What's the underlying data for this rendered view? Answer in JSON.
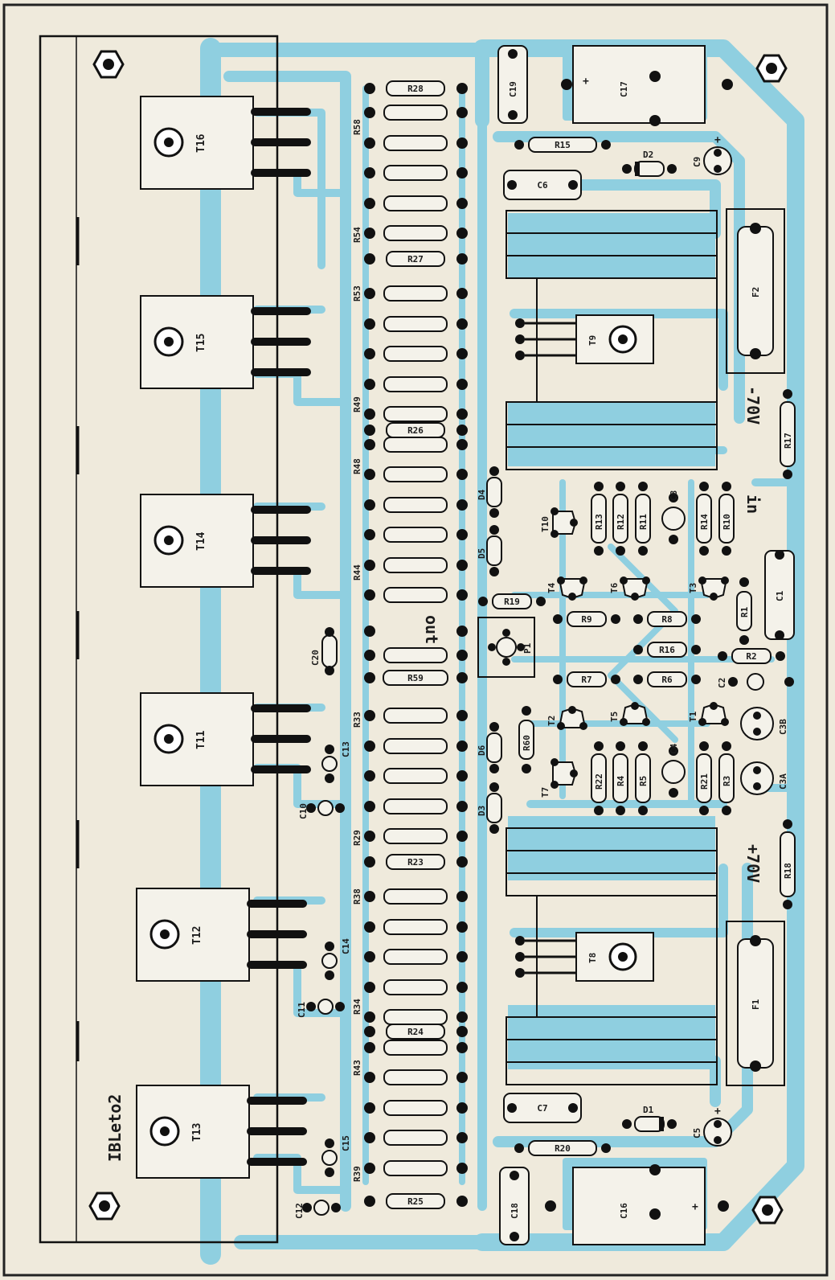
{
  "colors": {
    "paper": "#efeadc",
    "copper": "#8fcfe0",
    "ink": "#111111"
  },
  "board": {
    "pcb_code": "IBLeto2",
    "text_out": "out",
    "text_in": "in",
    "text_minus70": "-70V",
    "text_plus70": "+70V"
  },
  "transistors_power": [
    "T16",
    "T15",
    "T14",
    "T11",
    "T12",
    "T13"
  ],
  "resistors_chain": {
    "short": [
      "R28",
      "R27",
      "R26",
      "R59",
      "R23",
      "R24",
      "R25"
    ],
    "group_labels": [
      "R58",
      "R54",
      "R53",
      "R49",
      "R48",
      "R44",
      "R33",
      "R29",
      "R38",
      "R34",
      "R43",
      "R39"
    ]
  },
  "driver": {
    "top": [
      "C19",
      "C17",
      "R15",
      "D2",
      "C9",
      "C6",
      "T9",
      "F2",
      "R17"
    ],
    "bottom": [
      "T8",
      "F1",
      "R18",
      "C7",
      "D1",
      "C5",
      "R20",
      "C18",
      "C16"
    ],
    "diodes": [
      "D4",
      "D5",
      "D6",
      "D3"
    ],
    "small_r_top": [
      "R13",
      "R12",
      "R11",
      "R14",
      "R10"
    ],
    "small_r_bottom": [
      "R22",
      "R4",
      "R5",
      "R21",
      "R3"
    ],
    "small_t": [
      "T10",
      "T4",
      "T6",
      "T3",
      "T2",
      "T5",
      "T1",
      "T7"
    ],
    "mid_r": [
      "R19",
      "R9",
      "R8",
      "R16",
      "R2",
      "R7",
      "R6",
      "R60"
    ],
    "misc": [
      "C8",
      "C1",
      "R1",
      "P1",
      "C2",
      "C3B",
      "C3A",
      "C4",
      "C20",
      "C13",
      "C10",
      "C14",
      "C11",
      "C15",
      "C12"
    ]
  }
}
